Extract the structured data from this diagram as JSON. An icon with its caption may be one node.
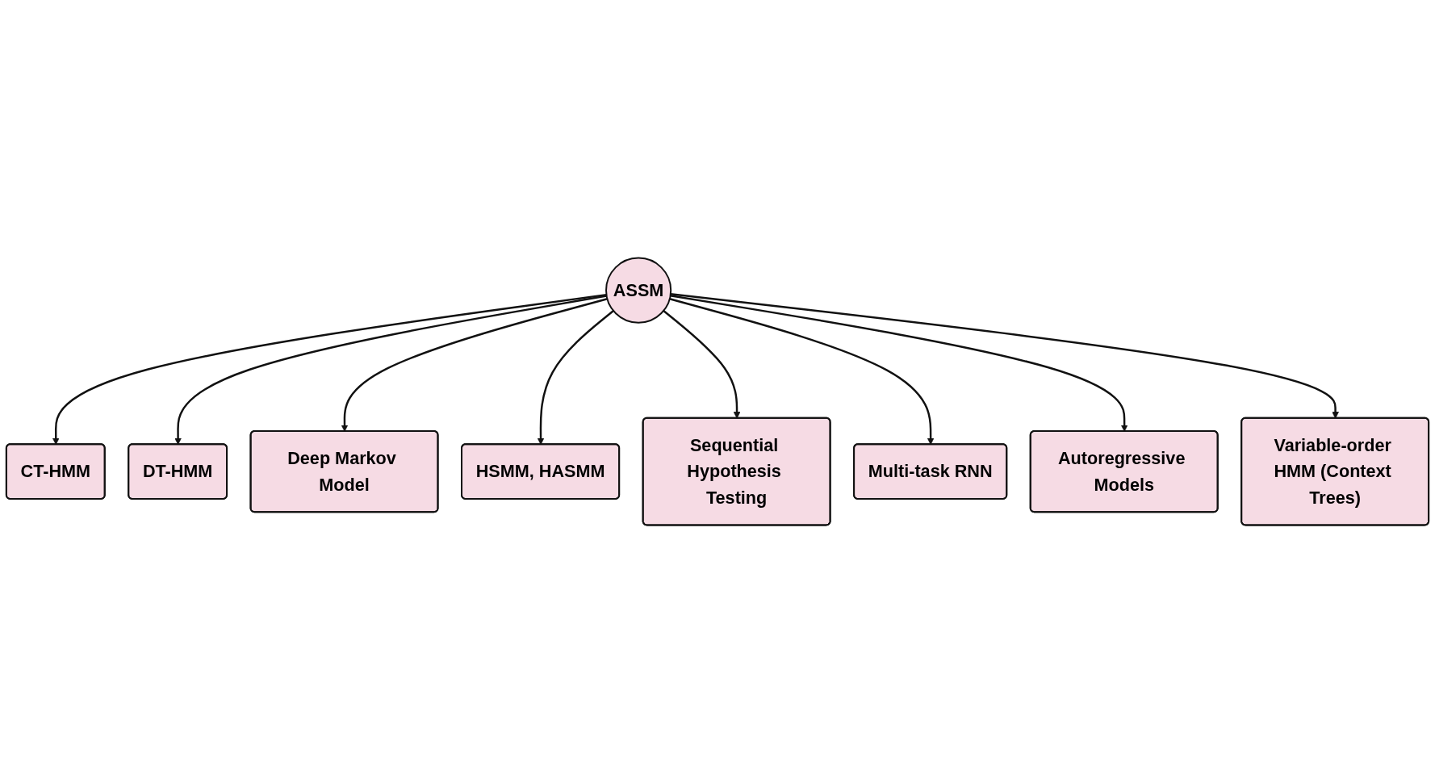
{
  "diagram": {
    "nodes": [
      {
        "text": [
          "CT-HMM"
        ]
      },
      {
        "text": [
          "DT-HMM"
        ]
      },
      {
        "text": [
          "Deep Markov Model"
        ]
      },
      {
        "text": [
          "HSMM, HASMM"
        ]
      },
      {
        "text": [
          "ASSM"
        ]
      },
      {
        "text": [
          "Sequential Hypothesis Testing"
        ]
      },
      {
        "text": [
          "Multi-task RNN"
        ]
      },
      {
        "text": [
          "Autoregressive Models"
        ]
      },
      {
        "text": [
          "Variable-order HMM (Context Trees)"
        ]
      }
    ],
    "edges": [
      {
        "from": 4,
        "to": 0,
        "arrow": "to"
      },
      {
        "from": 4,
        "to": 1,
        "arrow": "to"
      },
      {
        "from": 4,
        "to": 2,
        "arrow": "to"
      },
      {
        "from": 4,
        "to": 3,
        "arrow": "to"
      },
      {
        "from": 4,
        "to": 5,
        "arrow": "to"
      },
      {
        "from": 4,
        "to": 6,
        "arrow": "to"
      },
      {
        "from": 4,
        "to": 7,
        "arrow": "to"
      },
      {
        "from": 4,
        "to": 8,
        "arrow": "to"
      }
    ]
  }
}
